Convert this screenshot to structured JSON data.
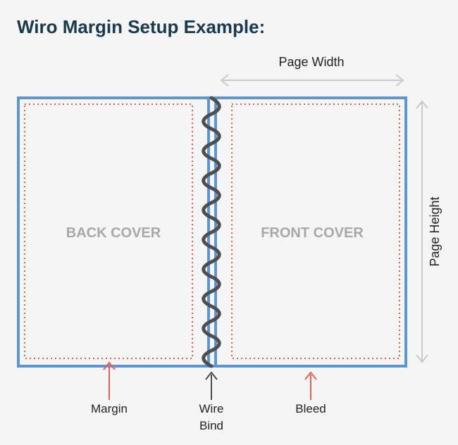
{
  "title": "Wiro Margin Setup Example:",
  "diagram": {
    "back_cover_label": "BACK COVER",
    "front_cover_label": "FRONT COVER",
    "page_width_label": "Page Width",
    "page_height_label": "Page Height",
    "callouts": {
      "margin": "Margin",
      "wire_line1": "Wire",
      "wire_line2": "Bind",
      "bleed": "Bleed"
    }
  },
  "colors": {
    "background": "#f5f5f5",
    "title": "#173a4e",
    "page_border": "#5b95d3",
    "page_fill": "#f5f5f5",
    "margin_dots": "#e35b4f",
    "label_grey": "#a8a8a8",
    "arrow_grey": "#c9c9c9",
    "coil": "#4e4e4e",
    "callout_red": "#e65f55",
    "callout_dark": "#4b4b4b",
    "text_dark": "#222222"
  }
}
